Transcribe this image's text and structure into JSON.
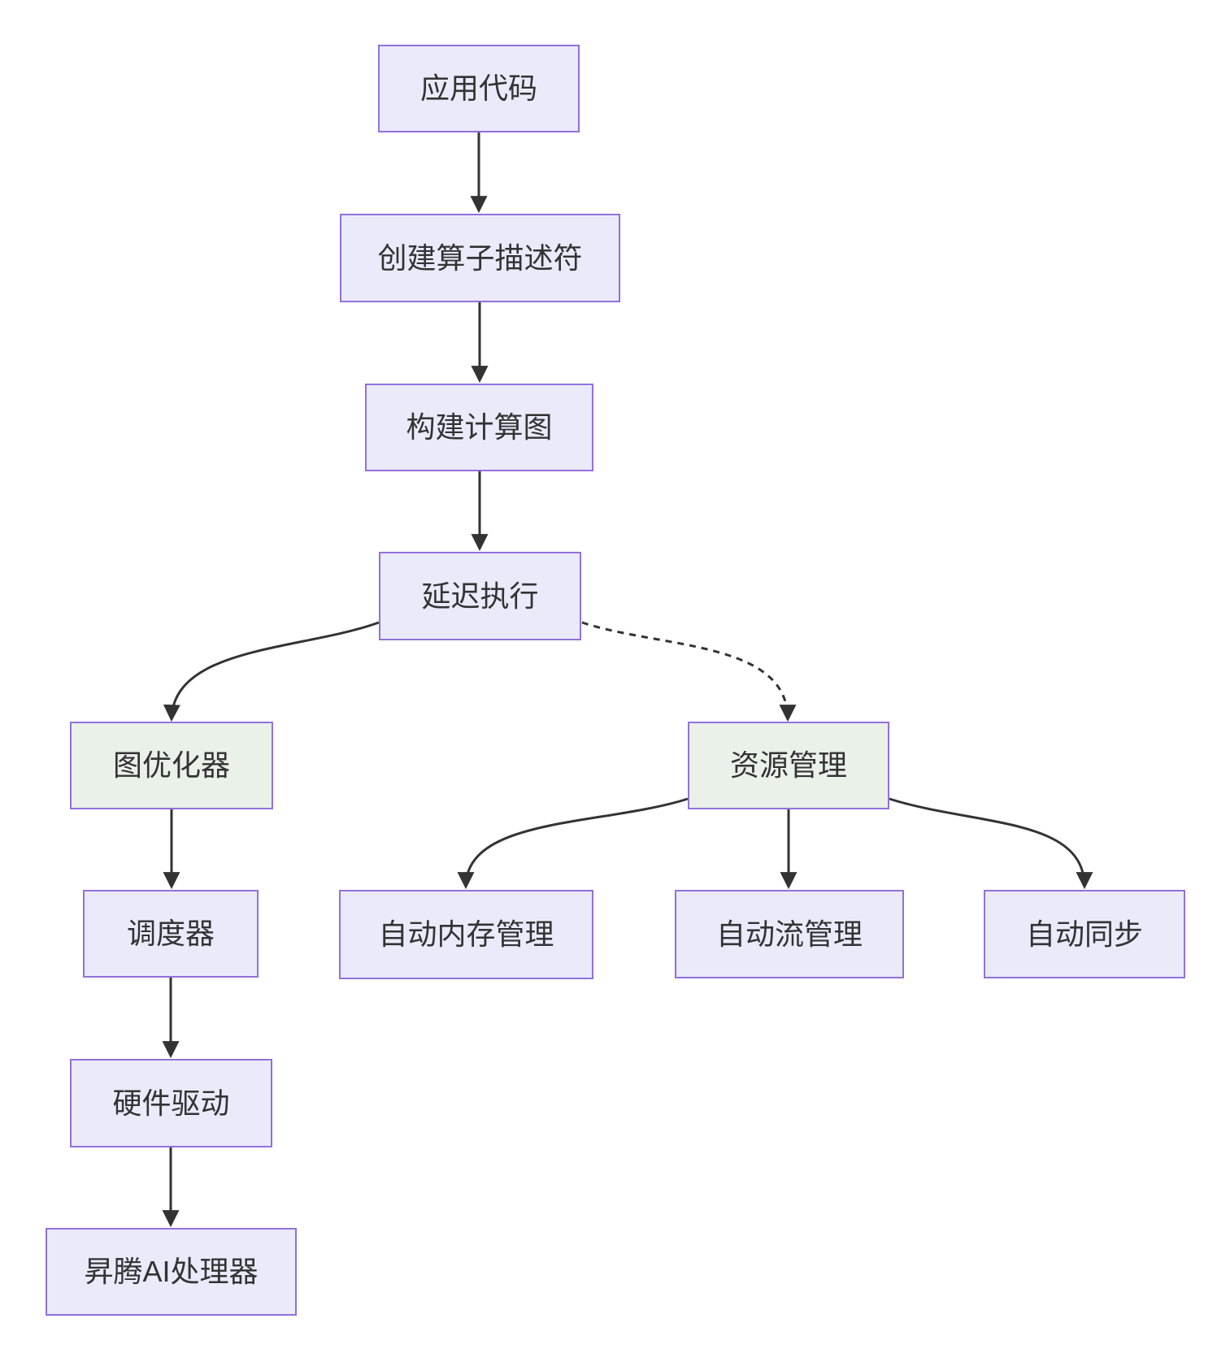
{
  "diagram": {
    "type": "flowchart",
    "direction": "top-down",
    "background": "#ffffff"
  },
  "colors": {
    "node_fill": "#eaeafb",
    "node_border": "#9370db",
    "highlight_fill": "#e9f1e9",
    "text_color": "#333333",
    "edge_color": "#333333"
  },
  "nodes": {
    "app_code": {
      "label": "应用代码",
      "highlighted": false
    },
    "create_op_desc": {
      "label": "创建算子描述符",
      "highlighted": false
    },
    "build_graph": {
      "label": "构建计算图",
      "highlighted": false
    },
    "lazy_exec": {
      "label": "延迟执行",
      "highlighted": false
    },
    "graph_optimizer": {
      "label": "图优化器",
      "highlighted": true
    },
    "resource_mgmt": {
      "label": "资源管理",
      "highlighted": true
    },
    "scheduler": {
      "label": "调度器",
      "highlighted": false
    },
    "auto_memory": {
      "label": "自动内存管理",
      "highlighted": false
    },
    "auto_stream": {
      "label": "自动流管理",
      "highlighted": false
    },
    "auto_sync": {
      "label": "自动同步",
      "highlighted": false
    },
    "hw_driver": {
      "label": "硬件驱动",
      "highlighted": false
    },
    "ascend_ai": {
      "label": "昇腾AI处理器",
      "highlighted": false
    }
  },
  "edges": [
    {
      "from": "app_code",
      "to": "create_op_desc",
      "style": "solid"
    },
    {
      "from": "create_op_desc",
      "to": "build_graph",
      "style": "solid"
    },
    {
      "from": "build_graph",
      "to": "lazy_exec",
      "style": "solid"
    },
    {
      "from": "lazy_exec",
      "to": "graph_optimizer",
      "style": "solid"
    },
    {
      "from": "lazy_exec",
      "to": "resource_mgmt",
      "style": "dashed"
    },
    {
      "from": "graph_optimizer",
      "to": "scheduler",
      "style": "solid"
    },
    {
      "from": "resource_mgmt",
      "to": "auto_memory",
      "style": "solid"
    },
    {
      "from": "resource_mgmt",
      "to": "auto_stream",
      "style": "solid"
    },
    {
      "from": "resource_mgmt",
      "to": "auto_sync",
      "style": "solid"
    },
    {
      "from": "scheduler",
      "to": "hw_driver",
      "style": "solid"
    },
    {
      "from": "hw_driver",
      "to": "ascend_ai",
      "style": "solid"
    }
  ]
}
